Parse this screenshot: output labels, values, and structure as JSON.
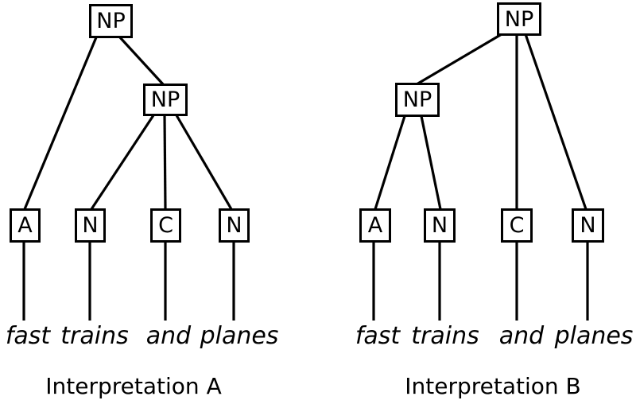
{
  "diagram": {
    "type": "syntax-tree-comparison",
    "colors": {
      "background": "#ffffff",
      "line": "#000000",
      "text": "#000000"
    },
    "trees": [
      {
        "caption": "Interpretation A",
        "nodes": {
          "root": "NP",
          "inner": "NP"
        },
        "leaves": [
          {
            "label": "A",
            "word": "fast"
          },
          {
            "label": "N",
            "word": "trains"
          },
          {
            "label": "C",
            "word": "and"
          },
          {
            "label": "N",
            "word": "planes"
          }
        ],
        "structure": {
          "root_children": [
            "A(fast)",
            "NP-inner"
          ],
          "inner_children": [
            "N(trains)",
            "C(and)",
            "N(planes)"
          ]
        }
      },
      {
        "caption": "Interpretation B",
        "nodes": {
          "root": "NP",
          "inner": "NP"
        },
        "leaves": [
          {
            "label": "A",
            "word": "fast"
          },
          {
            "label": "N",
            "word": "trains"
          },
          {
            "label": "C",
            "word": "and"
          },
          {
            "label": "N",
            "word": "planes"
          }
        ],
        "structure": {
          "root_children": [
            "NP-inner",
            "C(and)",
            "N(planes)"
          ],
          "inner_children": [
            "A(fast)",
            "N(trains)"
          ]
        }
      }
    ]
  }
}
